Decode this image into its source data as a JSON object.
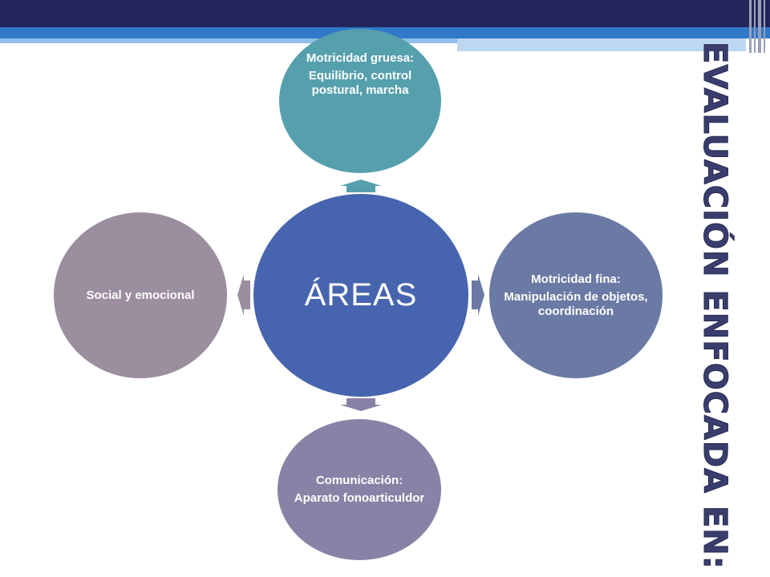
{
  "colors": {
    "top_bar": "#23265a",
    "accent_blue": "#2f79c8",
    "center": "#4765ae",
    "gross_motor": "#56a0ad",
    "fine_motor": "#6b7aa4",
    "communication": "#8a81a6",
    "social": "#9a8e9f",
    "title": "#3a3e6e"
  },
  "side_title": "EVALUACIÓN ENFOCADA EN:",
  "center": {
    "label": "ÁREAS"
  },
  "nodes": {
    "gross_motor": {
      "heading": "Motricidad gruesa:",
      "detail": "Equilibrio, control postural, marcha"
    },
    "fine_motor": {
      "heading": "Motricidad fina:",
      "detail": "Manipulación de objetos, coordinación"
    },
    "communication": {
      "heading": "Comunicación:",
      "detail": "Aparato fonoarticuldor"
    },
    "social": {
      "heading": "Social y emocional",
      "detail": ""
    }
  }
}
